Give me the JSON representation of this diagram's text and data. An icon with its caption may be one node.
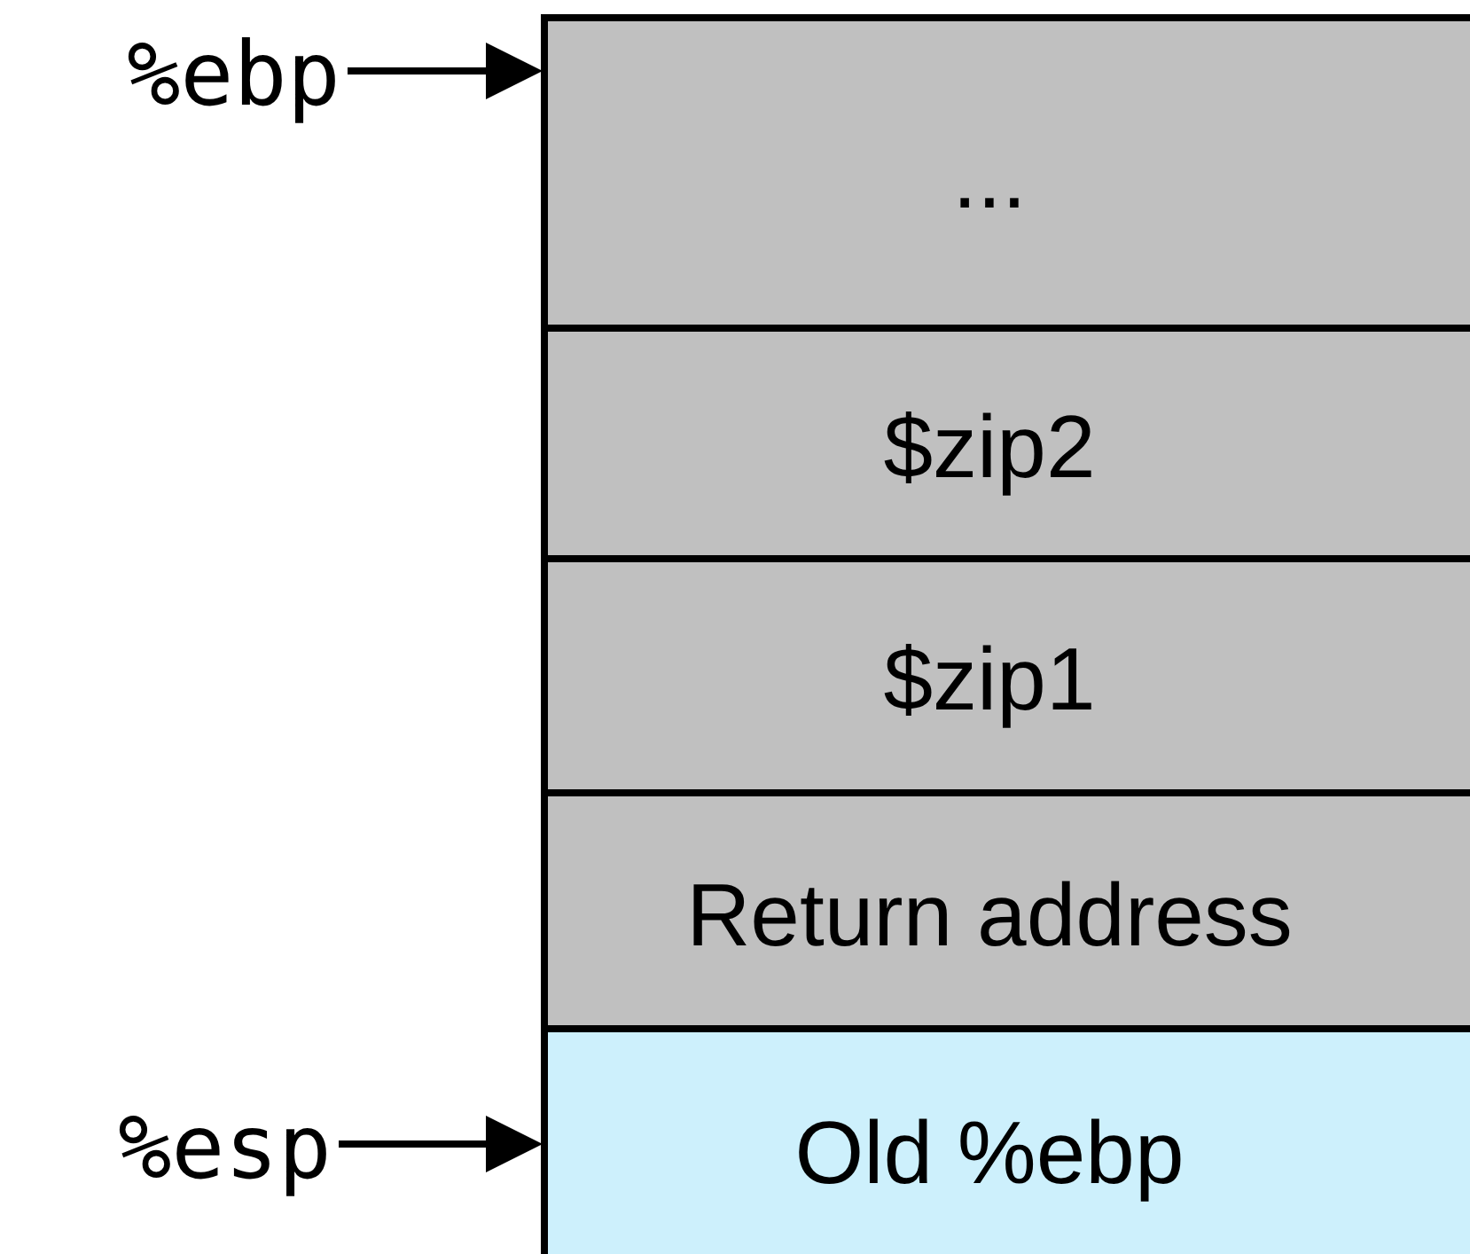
{
  "diagram": {
    "nodes": [
      {
        "text": [
          "%ebp"
        ]
      },
      {
        "text": [
          "..."
        ]
      },
      {
        "text": [
          "$zip2"
        ]
      },
      {
        "text": [
          "$zip1"
        ]
      },
      {
        "text": [
          "Return address"
        ]
      },
      {
        "text": [
          "Old %ebp"
        ]
      },
      {
        "text": [
          "%esp"
        ]
      }
    ],
    "edges": [
      {
        "from": 0,
        "to": 1,
        "arrow": "to"
      },
      {
        "from": 6,
        "to": 5,
        "arrow": "to"
      }
    ]
  }
}
